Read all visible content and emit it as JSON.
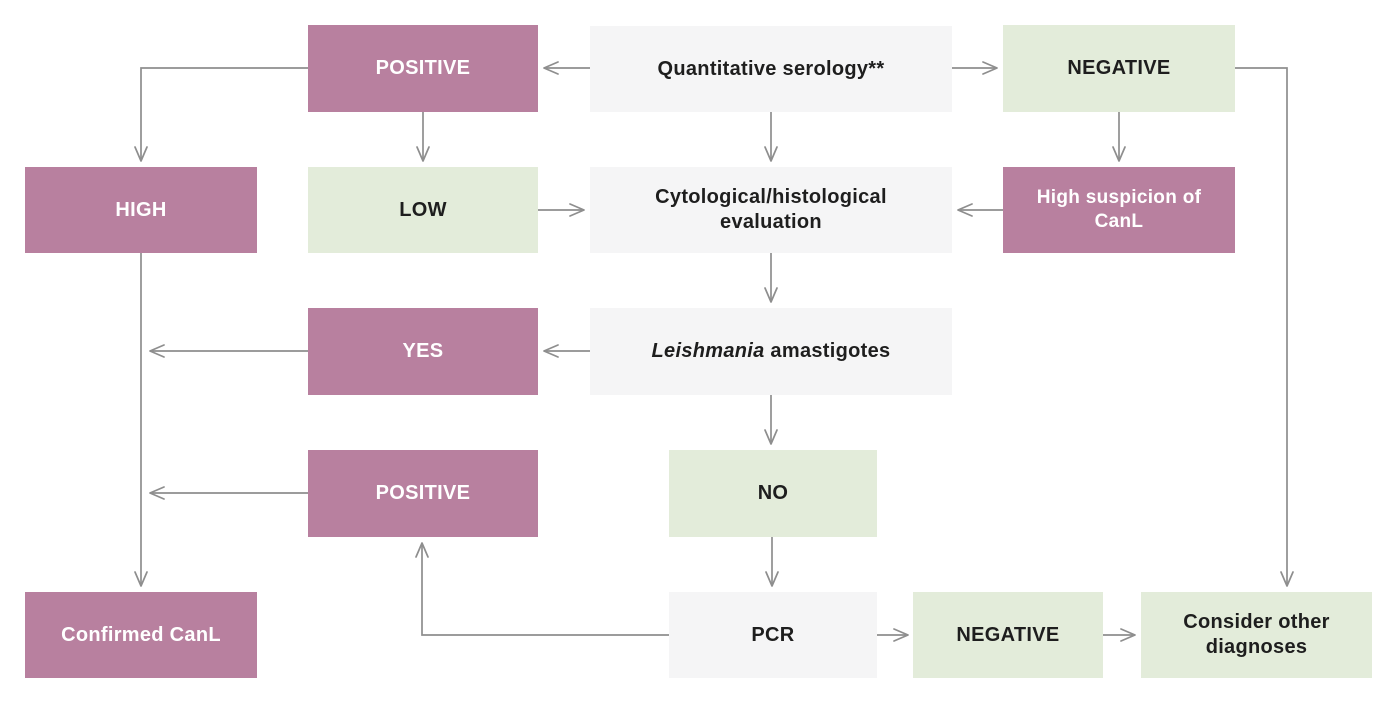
{
  "colors": {
    "purple": "#b8809f",
    "green": "#e3ecda",
    "gray": "#f5f5f6",
    "line": "#8e8e8e",
    "text_dark": "#1e1e1e",
    "text_light": "#ffffff",
    "background": "#ffffff"
  },
  "nodes": {
    "positive_top": {
      "label": "POSITIVE",
      "type": "purple"
    },
    "serology": {
      "label": "Quantitative serology**",
      "type": "gray"
    },
    "negative_top": {
      "label": "NEGATIVE",
      "type": "green"
    },
    "high": {
      "label": "HIGH",
      "type": "purple"
    },
    "low": {
      "label": "LOW",
      "type": "green"
    },
    "cyto": {
      "label": "Cytological/histological evaluation",
      "type": "gray"
    },
    "suspicion": {
      "label": "High suspicion of CanL",
      "type": "purple"
    },
    "yes": {
      "label": "YES",
      "type": "purple"
    },
    "amastigotes": {
      "label_italic": "Leishmania",
      "label_rest": " amastigotes",
      "type": "gray"
    },
    "positive_bottom": {
      "label": "POSITIVE",
      "type": "purple"
    },
    "no": {
      "label": "NO",
      "type": "green"
    },
    "confirmed": {
      "label": "Confirmed CanL",
      "type": "purple"
    },
    "pcr": {
      "label": "PCR",
      "type": "gray"
    },
    "negative_bottom": {
      "label": "NEGATIVE",
      "type": "green"
    },
    "consider": {
      "label": "Consider other diagnoses",
      "type": "green"
    }
  },
  "edges": [
    {
      "from": "serology",
      "to": "positive_top"
    },
    {
      "from": "serology",
      "to": "negative_top"
    },
    {
      "from": "serology",
      "to": "cyto"
    },
    {
      "from": "positive_top",
      "to": "high"
    },
    {
      "from": "positive_top",
      "to": "low"
    },
    {
      "from": "negative_top",
      "to": "suspicion"
    },
    {
      "from": "negative_top",
      "to": "consider"
    },
    {
      "from": "low",
      "to": "cyto"
    },
    {
      "from": "suspicion",
      "to": "cyto"
    },
    {
      "from": "cyto",
      "to": "amastigotes"
    },
    {
      "from": "amastigotes",
      "to": "yes"
    },
    {
      "from": "amastigotes",
      "to": "no"
    },
    {
      "from": "yes",
      "to": "confirmed"
    },
    {
      "from": "high",
      "to": "confirmed"
    },
    {
      "from": "positive_bottom",
      "to": "confirmed"
    },
    {
      "from": "no",
      "to": "pcr"
    },
    {
      "from": "pcr",
      "to": "positive_bottom"
    },
    {
      "from": "pcr",
      "to": "negative_bottom"
    },
    {
      "from": "negative_bottom",
      "to": "consider"
    }
  ]
}
